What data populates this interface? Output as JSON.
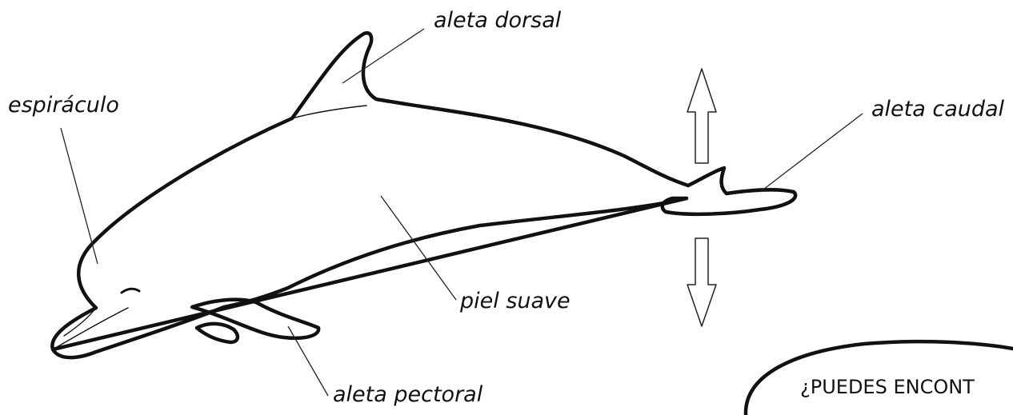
{
  "labels": {
    "dorsal_fin": "aleta dorsal",
    "blowhole": "espiráculo",
    "tail_fin": "aleta caudal",
    "smooth_skin": "piel suave",
    "pectoral_fin": "aleta pectoral"
  },
  "bubble": {
    "text": "¿PUEDES ENCONT"
  }
}
